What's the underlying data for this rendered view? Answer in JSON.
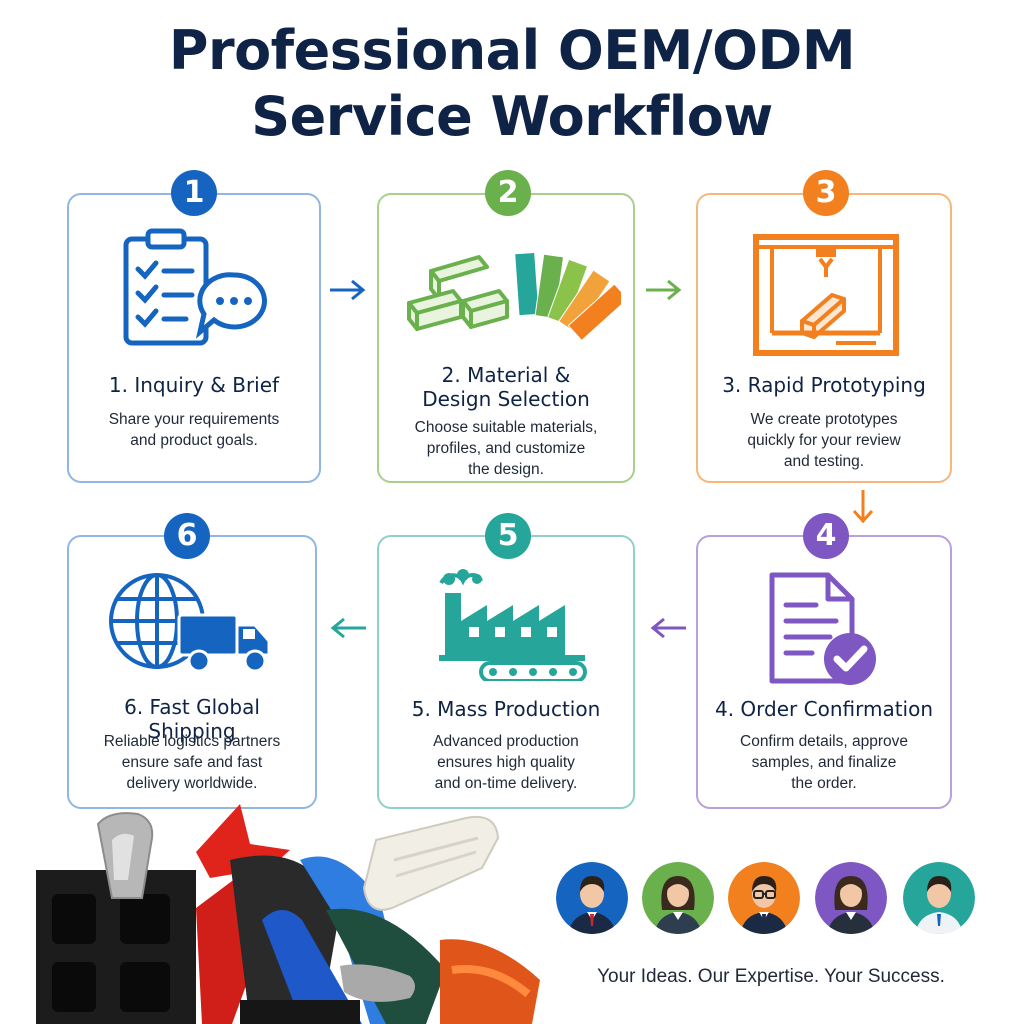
{
  "title": {
    "line1": "Professional OEM/ODM",
    "line2": "Service Workflow"
  },
  "colors": {
    "navy": "#0f2346",
    "step1": "#1565c0",
    "step2": "#6ab04c",
    "step3": "#f2801e",
    "step4": "#7e57c2",
    "step5": "#26a69a",
    "step6": "#1565c0"
  },
  "steps": [
    {
      "number": "1",
      "title_lines": [
        "1. Inquiry & Brief"
      ],
      "desc_lines": [
        "Share your requirements",
        "and product goals."
      ],
      "icon": "clipboard-chat-icon"
    },
    {
      "number": "2",
      "title_lines": [
        "2. Material &",
        "Design Selection"
      ],
      "desc_lines": [
        "Choose suitable materials,",
        "profiles, and customize",
        "the design."
      ],
      "icon": "profiles-swatches-icon"
    },
    {
      "number": "3",
      "title_lines": [
        "3. Rapid Prototyping"
      ],
      "desc_lines": [
        "We create prototypes",
        "quickly for your review",
        "and testing."
      ],
      "icon": "3d-printer-icon"
    },
    {
      "number": "4",
      "title_lines": [
        "4. Order Confirmation"
      ],
      "desc_lines": [
        "Confirm details, approve",
        "samples, and finalize",
        "the order."
      ],
      "icon": "document-check-icon"
    },
    {
      "number": "5",
      "title_lines": [
        "5. Mass Production"
      ],
      "desc_lines": [
        "Advanced production",
        "ensures high quality",
        "and on-time delivery."
      ],
      "icon": "factory-conveyor-icon"
    },
    {
      "number": "6",
      "title_lines": [
        "6. Fast Global Shipping"
      ],
      "desc_lines": [
        "Reliable logistics partners",
        "ensure safe and fast",
        "delivery worldwide."
      ],
      "icon": "globe-truck-icon"
    }
  ],
  "team": [
    {
      "icon": "man-avatar-icon",
      "bg": "#1565c0"
    },
    {
      "icon": "woman-avatar-icon",
      "bg": "#6ab04c"
    },
    {
      "icon": "man-glasses-avatar-icon",
      "bg": "#f2801e"
    },
    {
      "icon": "woman-avatar-icon",
      "bg": "#7e57c2"
    },
    {
      "icon": "man-avatar-icon",
      "bg": "#26a69a"
    }
  ],
  "tagline": "Your Ideas. Our Expertise. Your Success."
}
